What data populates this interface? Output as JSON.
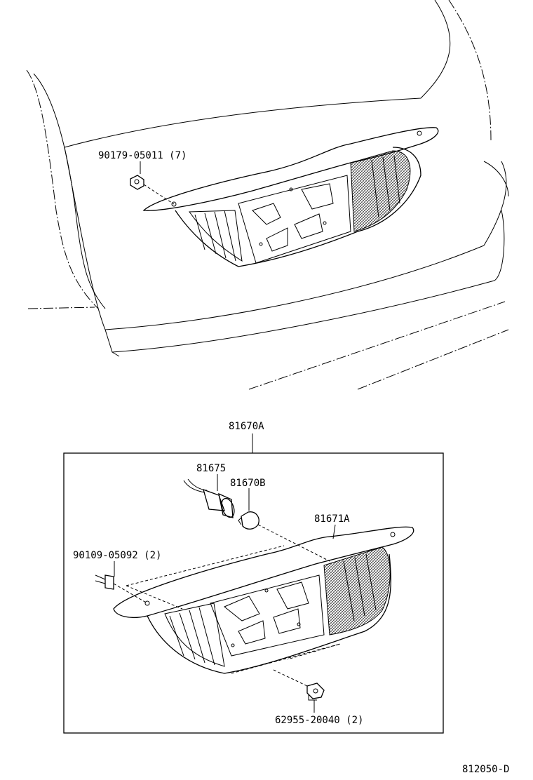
{
  "labels": {
    "top_nut": "90179-05011 (7)",
    "assembly": "81670A",
    "socket": "81675",
    "bulb": "81670B",
    "garnish": "81671A",
    "left_bolt": "90109-05092 (2)",
    "bottom_clip": "62955-20040 (2)",
    "figure_code": "812050-D"
  }
}
